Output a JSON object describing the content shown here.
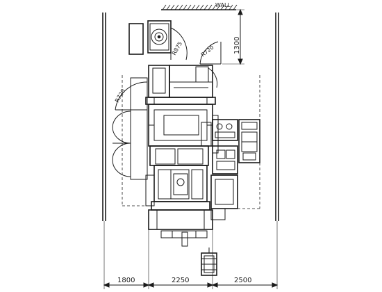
{
  "labels": {
    "wall": "WALL",
    "wall_depth": "1300",
    "radius_upper_a": "R875",
    "radius_upper_b": "R720",
    "radius_left": "R720"
  },
  "dimensions": {
    "left_clearance": "1800",
    "machine_width": "2250",
    "right_clearance": "2500"
  }
}
